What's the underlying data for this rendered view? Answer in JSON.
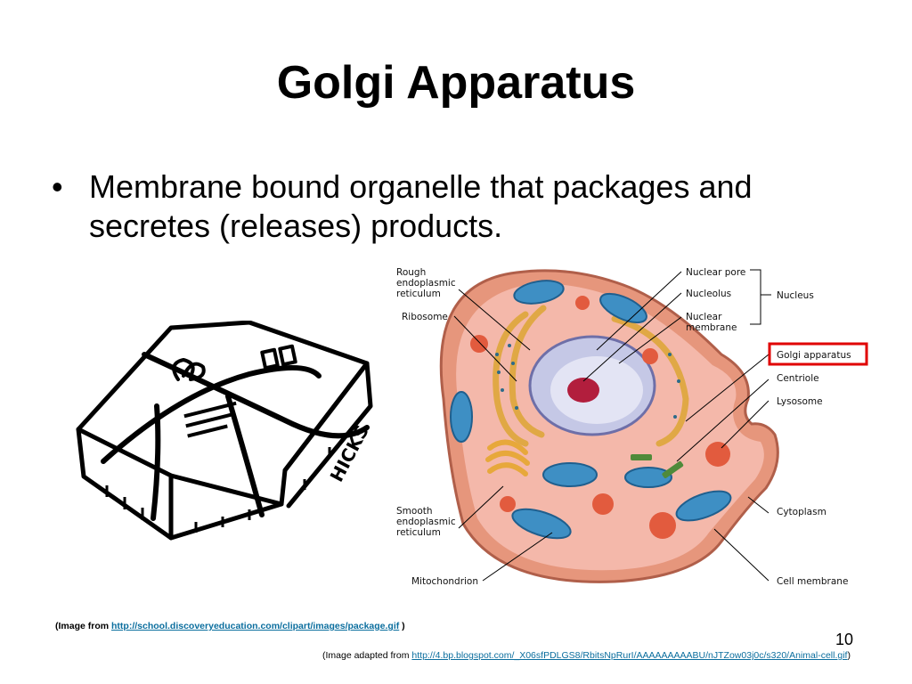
{
  "slide": {
    "title": "Golgi Apparatus",
    "bullet": "Membrane bound organelle that packages and secretes (releases) products.",
    "number": "10"
  },
  "package_image": {
    "signature": "HICKS"
  },
  "cell_diagram": {
    "labels": {
      "rough_er_1": "Rough",
      "rough_er_2": "endoplasmic",
      "rough_er_3": "reticulum",
      "ribosome": "Ribosome",
      "smooth_er_1": "Smooth",
      "smooth_er_2": "endoplasmic",
      "smooth_er_3": "reticulum",
      "mitochondrion": "Mitochondrion",
      "nuclear_pore": "Nuclear pore",
      "nucleolus": "Nucleolus",
      "nuclear_membrane_1": "Nuclear",
      "nuclear_membrane_2": "membrane",
      "nucleus": "Nucleus",
      "golgi": "Golgi apparatus",
      "centriole": "Centriole",
      "lysosome": "Lysosome",
      "cytoplasm": "Cytoplasm",
      "cell_membrane": "Cell membrane"
    },
    "highlight_color": "#e00000"
  },
  "captions": {
    "package_prefix": "(Image from ",
    "package_link": "http://school.discoveryeducation.com/clipart/images/package.gif",
    "package_suffix": " )",
    "cell_prefix": "(Image adapted from ",
    "cell_link": "http://4.bp.blogspot.com/_X06sfPDLGS8/RbitsNpRurI/AAAAAAAAABU/nJTZow03j0c/s320/Animal-cell.gif",
    "cell_suffix": ")"
  }
}
